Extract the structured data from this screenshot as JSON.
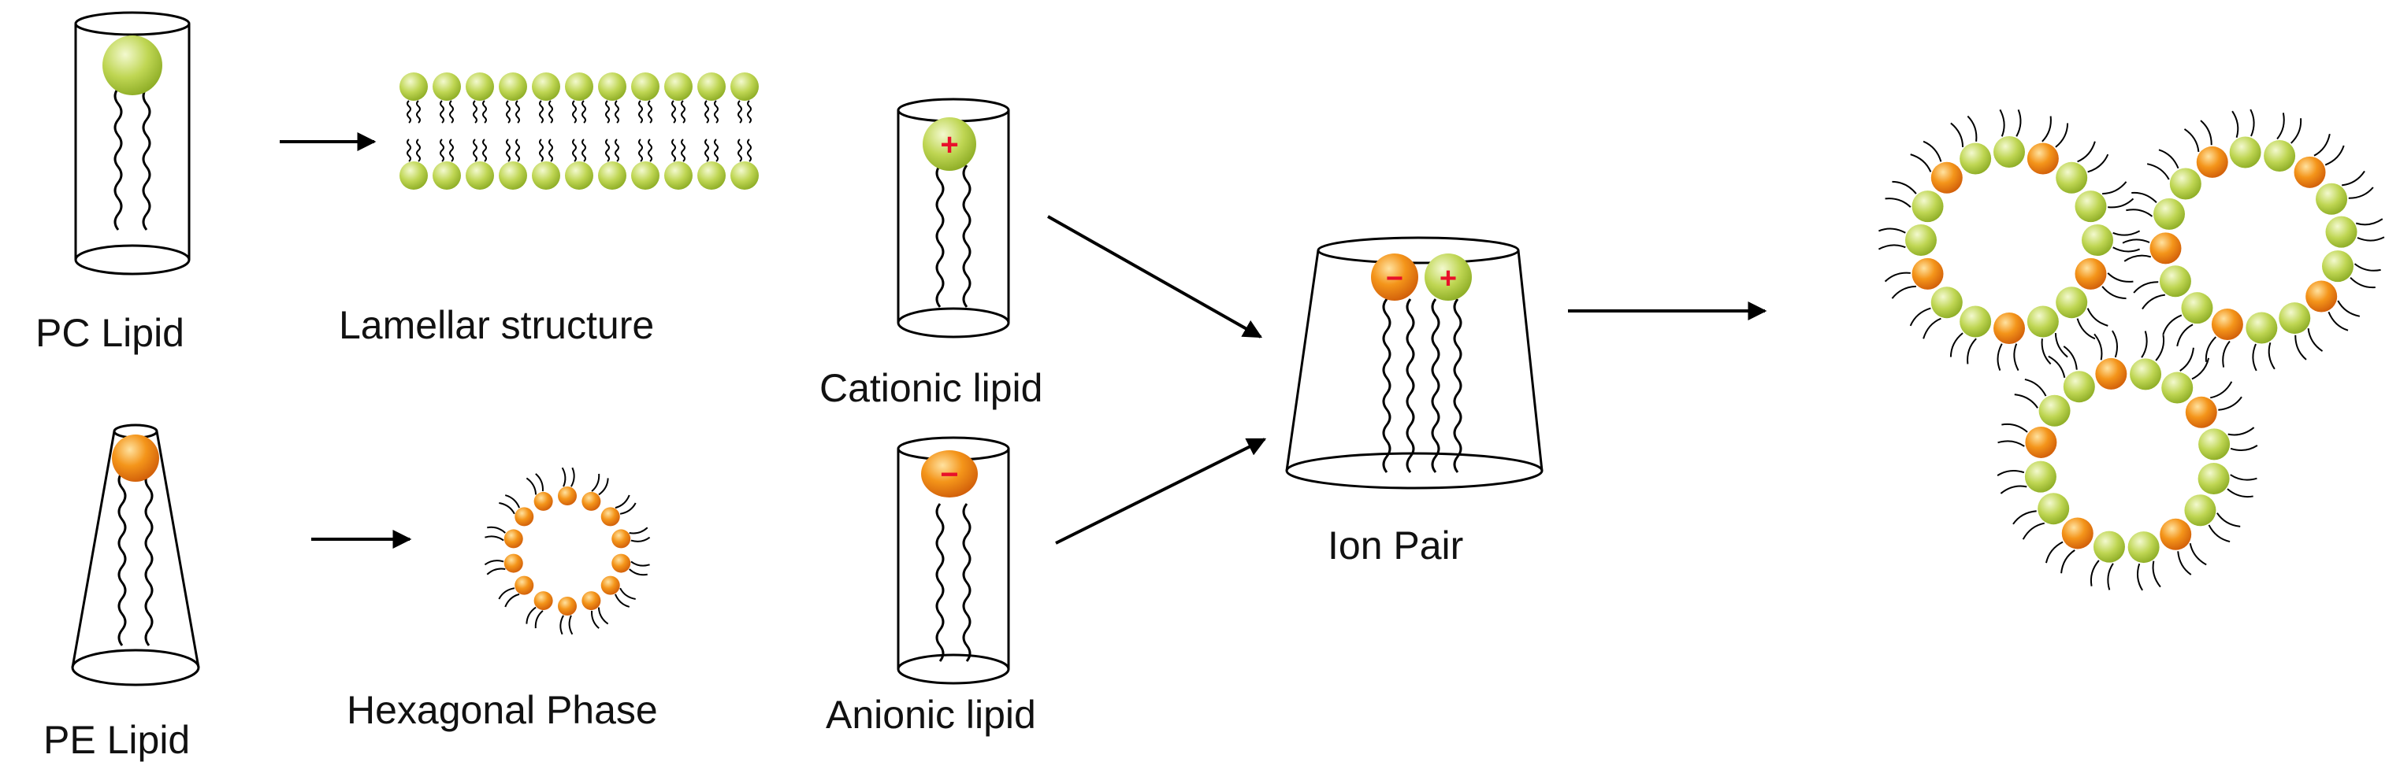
{
  "labels": {
    "pc_lipid": "PC Lipid",
    "pe_lipid": "PE Lipid",
    "lamellar": "Lamellar structure",
    "hexagonal": "Hexagonal Phase",
    "cationic": "Cationic lipid",
    "anionic": "Anionic lipid",
    "ion_pair": "Ion Pair"
  },
  "signs": {
    "plus": "+",
    "minus": "−"
  },
  "colors": {
    "pc_head": "#b5cf45",
    "pe_head": "#f08a12",
    "charge_sign": "#e8102a",
    "outline": "#000000"
  },
  "counts": {
    "lamellar_heads_per_row": 11,
    "hexagonal_ring_heads": 14
  }
}
